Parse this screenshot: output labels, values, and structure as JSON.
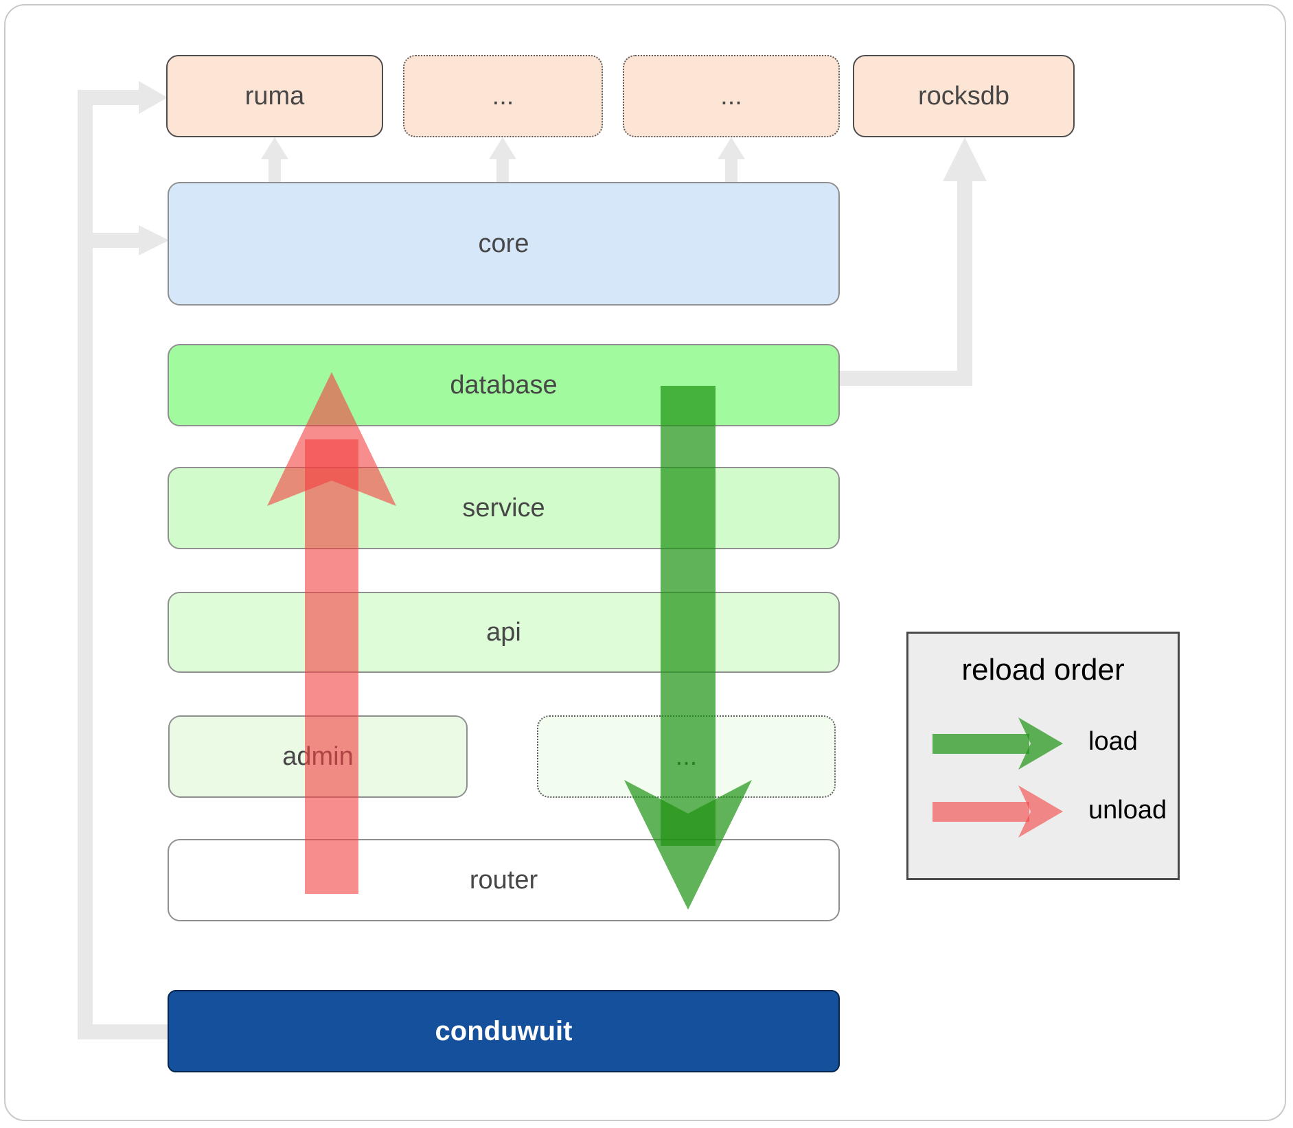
{
  "diagram": {
    "nodes": {
      "ruma": "ruma",
      "ellipsis1": "...",
      "ellipsis2": "...",
      "rocksdb": "rocksdb",
      "core": "core",
      "database": "database",
      "service": "service",
      "api": "api",
      "admin": "admin",
      "ellipsis3": "...",
      "router": "router",
      "conduwuit": "conduwuit"
    },
    "legend": {
      "title": "reload order",
      "load_label": "load",
      "unload_label": "unload"
    },
    "colors": {
      "load_green": "#1e9312",
      "unload_red": "#f44141",
      "connector_gray": "#e8e8e8",
      "peach_fill": "#fce5d5",
      "core_blue": "#d6e7f9",
      "database_green": "#a1fb9e",
      "service_green": "#d2fbcb",
      "api_green": "#dffcd9",
      "admin_green": "#eafae5",
      "ellipsis_pale_green": "#f2fdf0",
      "router_white": "#ffffff",
      "conduwuit_navy": "#14509c",
      "legend_bg": "#ededed"
    }
  }
}
